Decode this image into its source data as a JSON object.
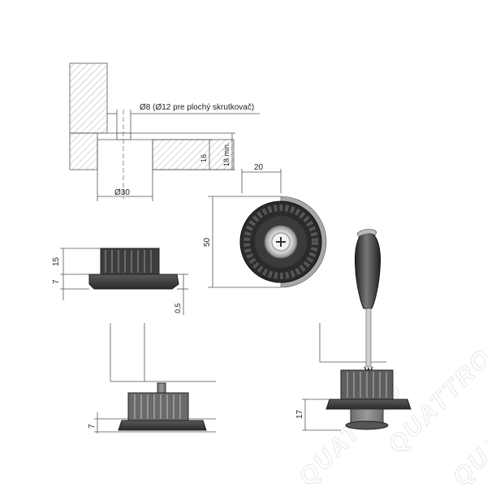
{
  "drill_callout": "Ø8 (Ø12 pre plochý skrutkovač)",
  "dim_hole_diameter": "Ø30",
  "dim_16": "16",
  "dim_18min": "18 min.",
  "dim_20": "20",
  "dim_50": "50",
  "dim_15": "15",
  "dim_7_side": "7",
  "dim_05": "0,5",
  "dim_7_bottom": "7",
  "dim_17": "17",
  "watermark": "QUATTRO"
}
